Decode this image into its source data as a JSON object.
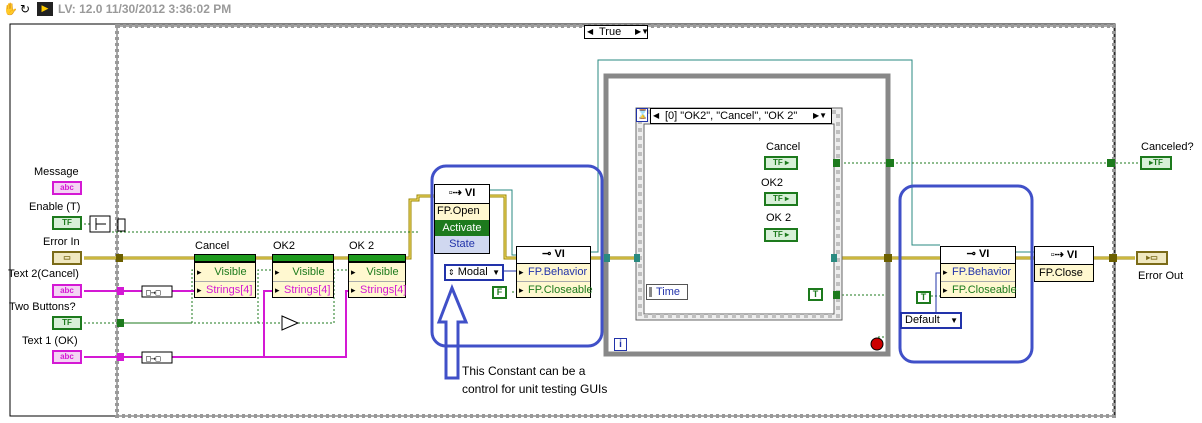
{
  "header": {
    "title": "LV: 12.0 11/30/2012 3:36:02 PM"
  },
  "case_structure": {
    "selector": "True"
  },
  "inputs": {
    "message_label": "Message",
    "enable_label": "Enable (T)",
    "error_in_label": "Error In",
    "text2_label": "Text 2(Cancel)",
    "two_buttons_label": "Two Buttons?",
    "text1_label": "Text 1 (OK)",
    "type_abc": "abc",
    "type_tf": "TF"
  },
  "property_nodes": [
    {
      "title": "Cancel",
      "visible": "Visible",
      "strings": "Strings[4]"
    },
    {
      "title": "OK2",
      "visible": "Visible",
      "strings": "Strings[4]"
    },
    {
      "title": "OK 2",
      "visible": "Visible",
      "strings": "Strings[4]"
    }
  ],
  "fp_open_node": {
    "vi": "VI",
    "method": "FP.Open",
    "activate": "Activate",
    "state": "State"
  },
  "fp_behavior_node": {
    "vi": "VI",
    "behavior": "FP.Behavior",
    "closeable": "FP.Closeable"
  },
  "modal_constant": "Modal",
  "false_constant": "F",
  "event_structure": {
    "selector": "[0] \"OK2\", \"Cancel\", \"OK 2\"",
    "time_label": "Time",
    "cancel_label": "Cancel",
    "ok2_label": "OK2",
    "ok_2_label": "OK 2",
    "true_constant": "T"
  },
  "while_loop": {
    "iteration": "i"
  },
  "fp_behavior_node_2": {
    "vi": "VI",
    "behavior": "FP.Behavior",
    "closeable": "FP.Closeable"
  },
  "default_constant": "Default",
  "fp_close_node": {
    "vi": "VI",
    "method": "FP.Close"
  },
  "outputs": {
    "canceled_label": "Canceled?",
    "error_out_label": "Error Out"
  },
  "annotation": {
    "line1": "This Constant can be a",
    "line2": "control for unit testing GUIs"
  },
  "colors": {
    "annotation": "#4050c8",
    "boolean": "#1d7a1d",
    "string": "#d419d4",
    "error_wire": "#b8a000",
    "refnum_wire": "#2a8a80",
    "node_bg": "#fff8d0"
  }
}
